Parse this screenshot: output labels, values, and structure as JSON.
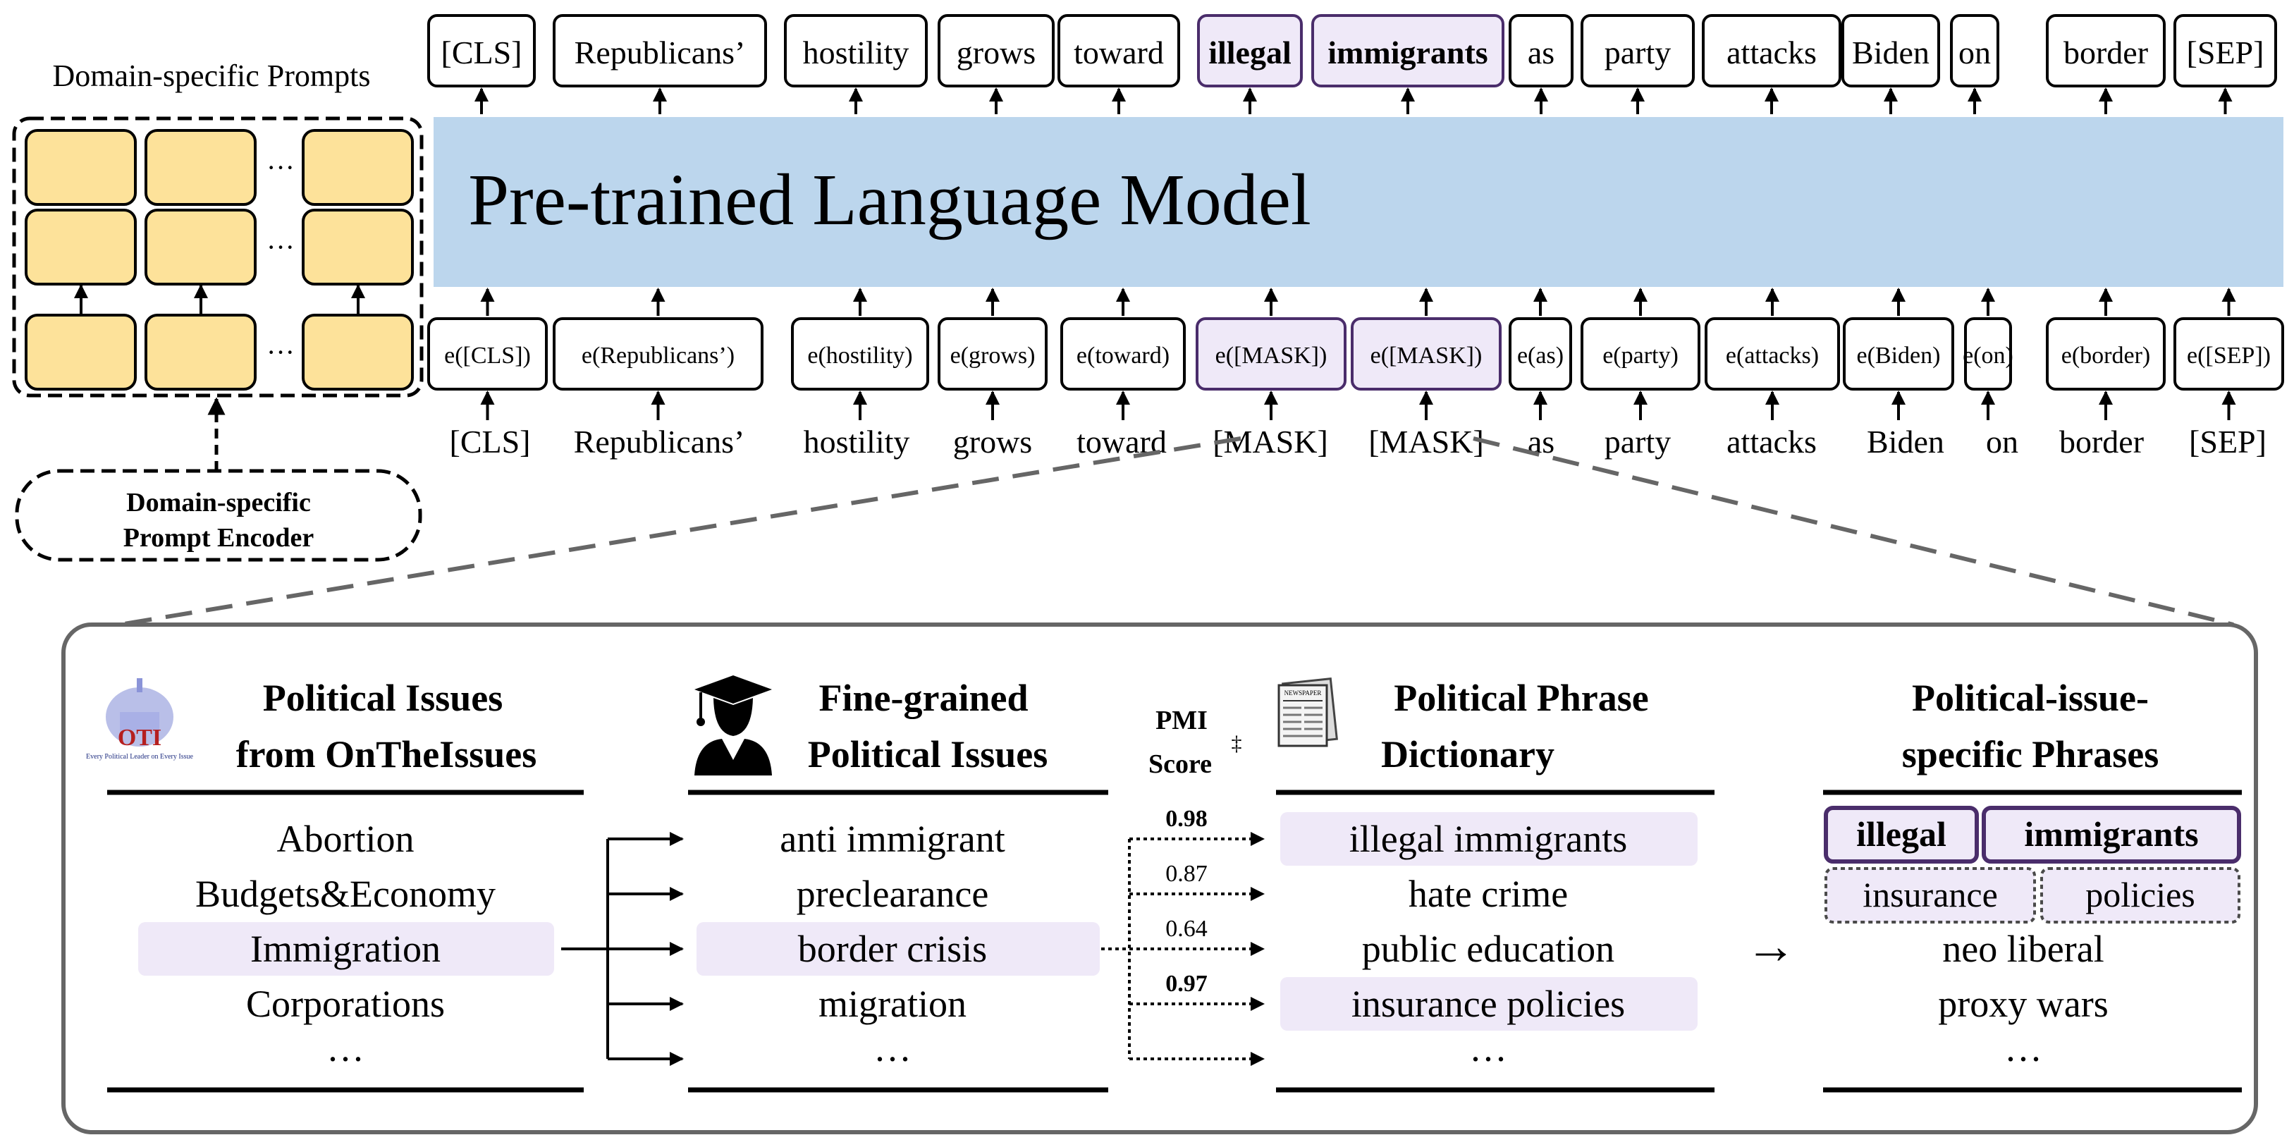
{
  "prompts": {
    "title": "Domain-specific Prompts",
    "ellipsis": "···",
    "encoder_line1": "Domain-specific",
    "encoder_line2": "Prompt Encoder",
    "color": "#fde29a"
  },
  "model": {
    "title": "Pre-trained Language Model",
    "color": "#bcd6ed"
  },
  "highlight_color": "#efe9f8",
  "highlight_border": "#4a2d6b",
  "output_tokens": [
    {
      "text": "[CLS]",
      "hl": false
    },
    {
      "text": "Republicans’",
      "hl": false
    },
    {
      "text": "hostility",
      "hl": false
    },
    {
      "text": "grows",
      "hl": false
    },
    {
      "text": "toward",
      "hl": false
    },
    {
      "text": "illegal",
      "hl": true
    },
    {
      "text": "immigrants",
      "hl": true
    },
    {
      "text": "as",
      "hl": false
    },
    {
      "text": "party",
      "hl": false
    },
    {
      "text": "attacks",
      "hl": false
    },
    {
      "text": "Biden",
      "hl": false
    },
    {
      "text": "on",
      "hl": false
    },
    {
      "text": "border",
      "hl": false
    },
    {
      "text": "[SEP]",
      "hl": false
    }
  ],
  "embed_tokens": [
    {
      "text": "e([CLS])",
      "hl": false
    },
    {
      "text": "e(Republicans’)",
      "hl": false
    },
    {
      "text": "e(hostility)",
      "hl": false
    },
    {
      "text": "e(grows)",
      "hl": false
    },
    {
      "text": "e(toward)",
      "hl": false
    },
    {
      "text": "e([MASK])",
      "hl": true
    },
    {
      "text": "e([MASK])",
      "hl": true
    },
    {
      "text": "e(as)",
      "hl": false
    },
    {
      "text": "e(party)",
      "hl": false
    },
    {
      "text": "e(attacks)",
      "hl": false
    },
    {
      "text": "e(Biden)",
      "hl": false
    },
    {
      "text": "e(on)",
      "hl": false
    },
    {
      "text": "e(border)",
      "hl": false
    },
    {
      "text": "e([SEP])",
      "hl": false
    }
  ],
  "input_tokens": [
    "[CLS]",
    "Republicans’",
    "hostility",
    "grows",
    "toward",
    "[MASK]",
    "[MASK]",
    "as",
    "party",
    "attacks",
    "Biden",
    "on",
    "border",
    "[SEP]"
  ],
  "pipeline": {
    "col1": {
      "title_line1": "Political Issues",
      "title_line2": "from OnTheIssues",
      "logo_text": "OTI",
      "logo_caption": "Every Political Leader on Every Issue",
      "items": [
        {
          "text": "Abortion",
          "hl": false
        },
        {
          "text": "Budgets&Economy",
          "hl": false
        },
        {
          "text": "Immigration",
          "hl": true
        },
        {
          "text": "Corporations",
          "hl": false
        },
        {
          "text": "···",
          "hl": false
        }
      ]
    },
    "col2": {
      "title_line1": "Fine-grained",
      "title_line2": "Political Issues",
      "items": [
        {
          "text": "anti immigrant",
          "hl": false
        },
        {
          "text": "preclearance",
          "hl": false
        },
        {
          "text": "border crisis",
          "hl": true
        },
        {
          "text": "migration",
          "hl": false
        },
        {
          "text": "···",
          "hl": false
        }
      ]
    },
    "pmi": {
      "label_line1": "PMI",
      "label_line2": "Score",
      "mark": "‡",
      "scores": [
        {
          "value": "0.98",
          "bold": true
        },
        {
          "value": "0.87",
          "bold": false
        },
        {
          "value": "0.64",
          "bold": false
        },
        {
          "value": "0.97",
          "bold": true
        }
      ]
    },
    "col3": {
      "title_line1": "Political Phrase",
      "title_line2": "Dictionary",
      "logo_text": "NEWSPAPER",
      "items": [
        {
          "text": "illegal immigrants",
          "hl": true
        },
        {
          "text": "hate crime",
          "hl": false
        },
        {
          "text": "public education",
          "hl": false
        },
        {
          "text": "insurance policies",
          "hl": true
        },
        {
          "text": "···",
          "hl": false
        }
      ]
    },
    "arrow": "→",
    "col4": {
      "title_line1": "Political-issue-",
      "title_line2": "specific Phrases",
      "solid_tokens": [
        "illegal",
        "immigrants"
      ],
      "dotted_tokens": [
        "insurance",
        "policies"
      ],
      "items": [
        "neo liberal",
        "proxy wars",
        "···"
      ]
    }
  }
}
